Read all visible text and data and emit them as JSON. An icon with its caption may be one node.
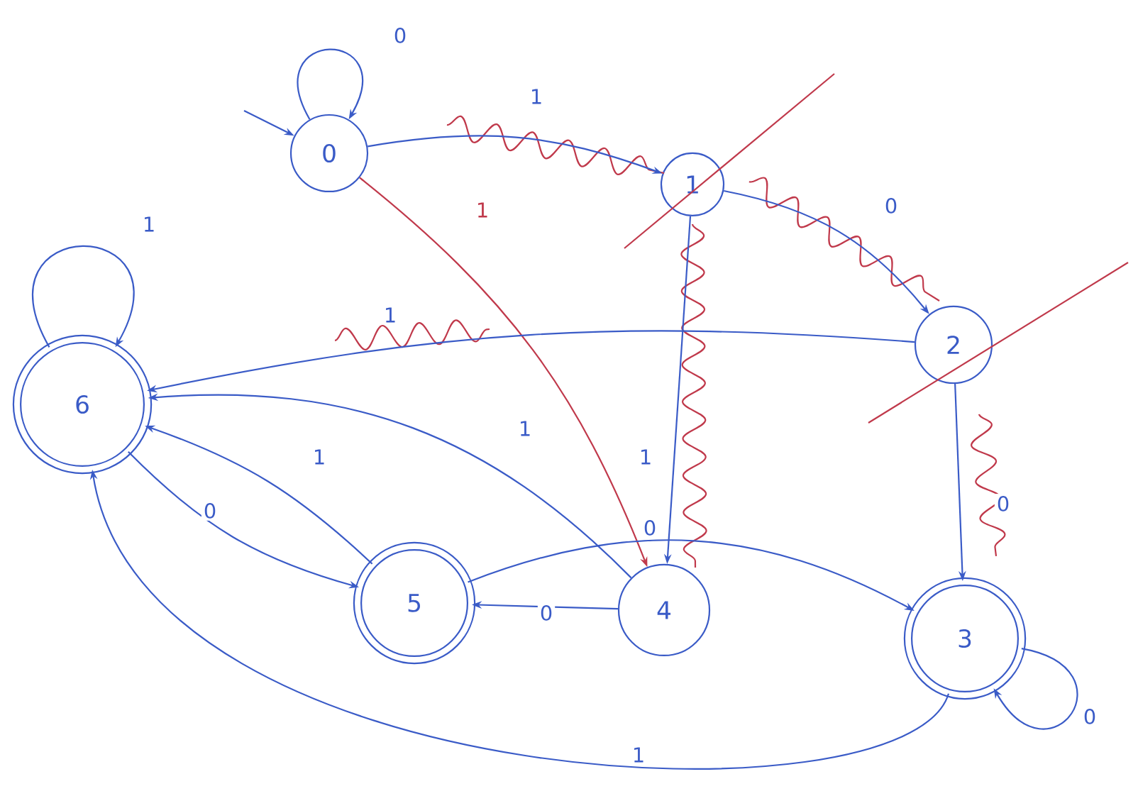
{
  "diagram": {
    "nodes": [
      {
        "text": [
          "0"
        ]
      },
      {
        "text": [
          "1"
        ]
      },
      {
        "text": [
          "2"
        ]
      },
      {
        "text": [
          "3"
        ]
      },
      {
        "text": [
          "4"
        ]
      },
      {
        "text": [
          "5"
        ]
      },
      {
        "text": [
          "6"
        ]
      }
    ],
    "edges": [
      {
        "from": null,
        "to": 0,
        "arrow": "to"
      },
      {
        "from": 0,
        "to": 0,
        "arrow": "to",
        "label": "0"
      },
      {
        "from": 0,
        "to": 1,
        "arrow": "to",
        "label": "1"
      },
      {
        "from": 0,
        "to": 4,
        "arrow": "to",
        "label": "1",
        "color": "#c0394b"
      },
      {
        "from": 1,
        "to": 2,
        "arrow": "to",
        "label": "0"
      },
      {
        "from": 1,
        "to": 4,
        "arrow": "to",
        "label": "1"
      },
      {
        "from": 2,
        "to": 6,
        "arrow": "to",
        "label": "1"
      },
      {
        "from": 2,
        "to": 3,
        "arrow": "to",
        "label": "0"
      },
      {
        "from": 4,
        "to": 6,
        "arrow": "to",
        "label": "1"
      },
      {
        "from": 5,
        "to": 6,
        "arrow": "to",
        "label": "1"
      },
      {
        "from": 6,
        "to": 5,
        "arrow": "to",
        "label": "0"
      },
      {
        "from": 4,
        "to": 5,
        "arrow": "to",
        "label": "0"
      },
      {
        "from": 5,
        "to": 3,
        "arrow": "to",
        "label": "0"
      },
      {
        "from": 3,
        "to": 6,
        "arrow": "to",
        "label": "1"
      },
      {
        "from": 3,
        "to": 3,
        "arrow": "to",
        "label": "0"
      },
      {
        "from": 6,
        "to": 6,
        "arrow": "to",
        "label": "1"
      }
    ]
  }
}
